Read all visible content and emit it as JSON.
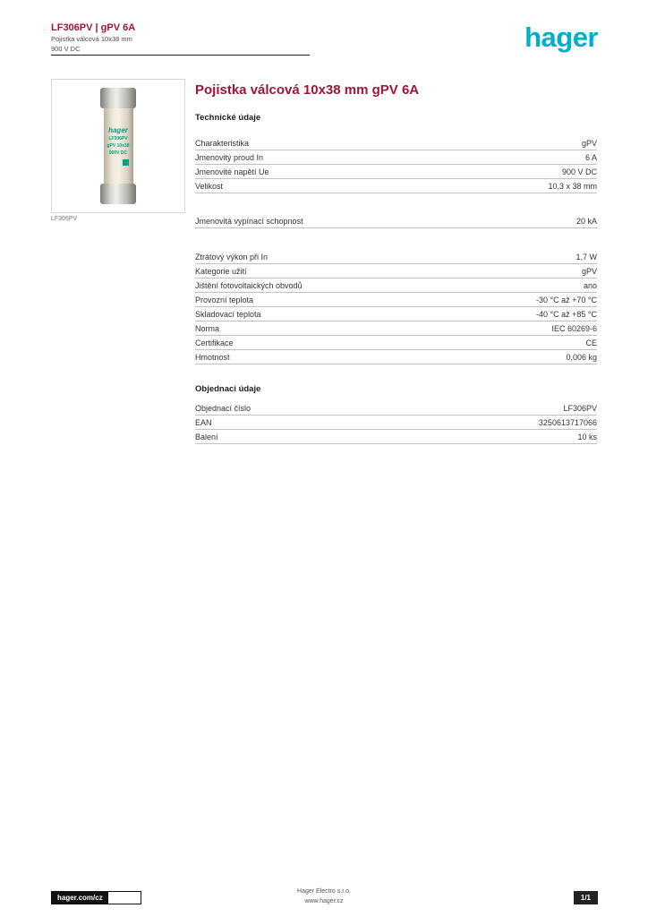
{
  "colors": {
    "accent_red": "#9d1635",
    "logo_cyan": "#00b0ca",
    "fuse_green": "#00a27c"
  },
  "header": {
    "ref": "LF306PV | gPV 6A",
    "subtitle_line1": "Pojistka válcová 10x38 mm",
    "subtitle_line2": "900 V DC",
    "logo_text": "hager"
  },
  "product": {
    "caption": "LF306PV",
    "fuse": {
      "brand": "hager",
      "line1": "LF306PV",
      "line2": "gPV 10x38",
      "line3": "900V DC"
    }
  },
  "main": {
    "title": "Pojistka válcová 10x38 mm gPV 6A",
    "section1_label": "Technické údaje",
    "specs_a": [
      {
        "label": "Charakteristika",
        "value": "gPV"
      },
      {
        "label": "Jmenovitý proud In",
        "value": "6 A"
      },
      {
        "label": "Jmenovité napětí Ue",
        "value": "900 V DC"
      },
      {
        "label": "Velikost",
        "value": "10,3 x 38 mm"
      }
    ],
    "spec_single": {
      "label": "Jmenovitá vypínací schopnost",
      "value": "20 kA"
    },
    "specs_b": [
      {
        "label": "Ztrátový výkon při In",
        "value": "1,7 W"
      },
      {
        "label": "Kategorie užití",
        "value": "gPV"
      },
      {
        "label": "Jištění fotovoltaických obvodů",
        "value": "ano"
      },
      {
        "label": "Provozní teplota",
        "value": "-30 °C až +70 °C"
      },
      {
        "label": "Skladovací teplota",
        "value": "-40 °C až +85 °C"
      },
      {
        "label": "Norma",
        "value": "IEC 60269-6"
      },
      {
        "label": "Certifikace",
        "value": "CE"
      },
      {
        "label": "Hmotnost",
        "value": "0,006 kg"
      }
    ],
    "section2_label": "Objednací údaje",
    "specs_c": [
      {
        "label": "Objednací číslo",
        "value": "LF306PV"
      },
      {
        "label": "EAN",
        "value": "3250613717066"
      },
      {
        "label": "Balení",
        "value": "10 ks"
      }
    ]
  },
  "footer": {
    "site": "hager.com/cz",
    "center_line1": "Hager Electro s.r.o.",
    "center_line2": "www.hager.cz",
    "page_label": "1/1"
  }
}
